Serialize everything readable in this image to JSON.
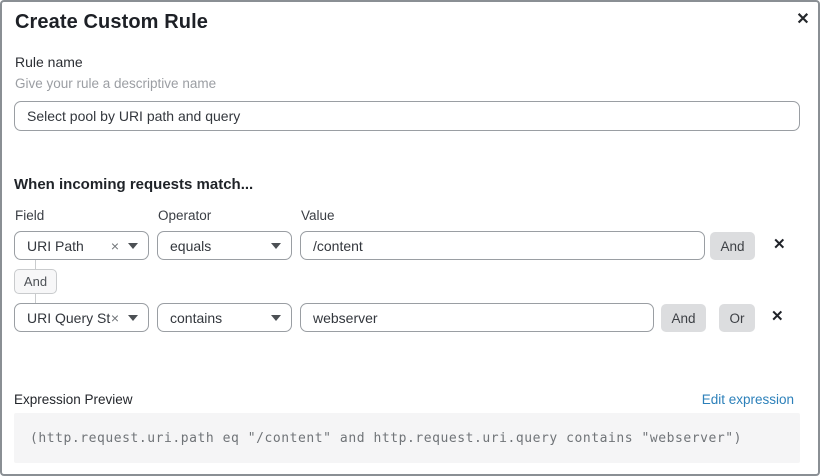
{
  "dialog": {
    "title": "Create Custom Rule"
  },
  "icons": {
    "close": "✕",
    "clear": "×",
    "delete_row": "✕"
  },
  "rule_name": {
    "label": "Rule name",
    "helper": "Give your rule a descriptive name",
    "value": "Select pool by URI path and query"
  },
  "matcher": {
    "heading": "When incoming requests match...",
    "columns": {
      "field": "Field",
      "operator": "Operator",
      "value": "Value"
    },
    "joiner": "And",
    "rows": [
      {
        "field": "URI Path",
        "operator": "equals",
        "value": "/content",
        "and_label": "And"
      },
      {
        "field": "URI Query St...",
        "operator": "contains",
        "value": "webserver",
        "and_label": "And",
        "or_label": "Or"
      }
    ]
  },
  "expression": {
    "label": "Expression Preview",
    "edit_link": "Edit expression",
    "code": "(http.request.uri.path eq \"/content\" and http.request.uri.query contains \"webserver\")"
  },
  "colors": {
    "accent_link": "#2c80ba",
    "border_gray": "#9a9ea3",
    "button_gray": "#dcdddf",
    "code_bg": "#f5f5f6"
  }
}
